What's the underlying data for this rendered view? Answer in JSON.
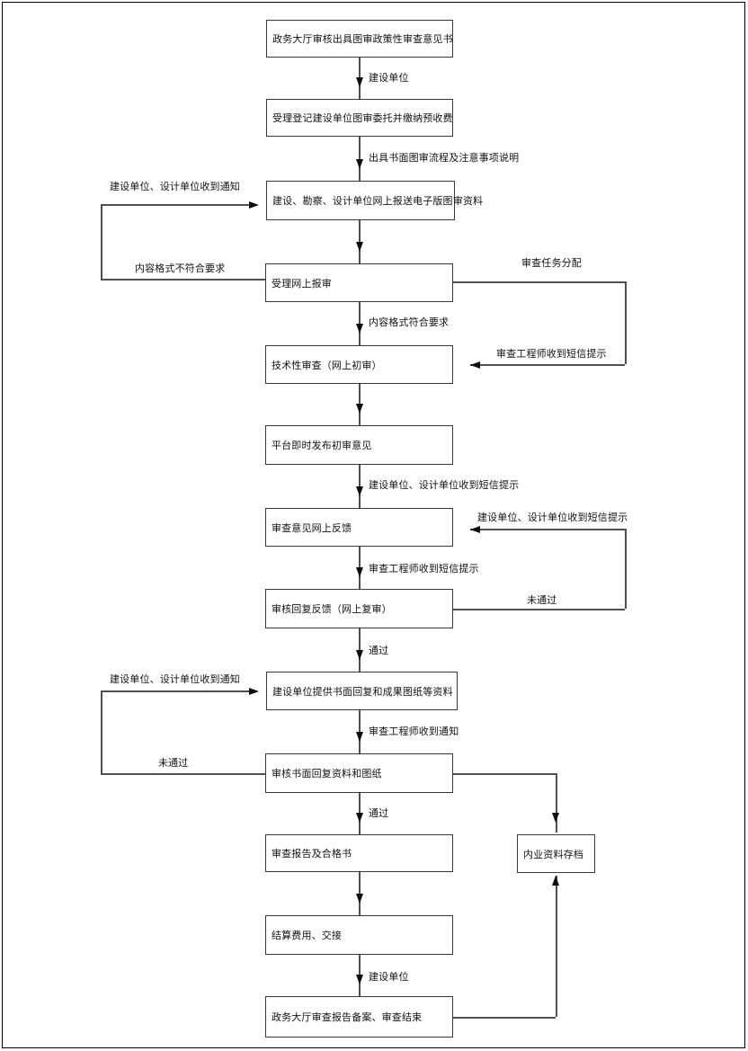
{
  "colors": {
    "background": "#ffffff",
    "page_frame": "#000000",
    "box_border": "#3a3a3a",
    "connector_line": "#4f4f4f",
    "arrow": "#0f0f0f",
    "text": "#111111"
  },
  "boxes": {
    "policy_opinion": "政务大厅审核出具图审政策性审查意见书",
    "register_commission": "受理登记建设单位图审委托并缴纳预收费",
    "online_submit": "建设、勘察、设计单位网上报送电子版图审资料",
    "accept_online": "受理网上报审",
    "technical_review": "技术性审查（网上初审）",
    "publish_opinion": "平台即时发布初审意见",
    "feedback_online": "审查意见网上反馈",
    "reply_review": "审核回复反馈（网上复审）",
    "written_reply": "建设单位提供书面回复和成果图纸等资料",
    "review_written": "审核书面回复资料和图纸",
    "report_certificate": "审查报告及合格书",
    "archive": "内业资料存档",
    "settle_fee": "结算费用、交接",
    "filing_end": "政务大厅审查报告备案、审查结束"
  },
  "edge_labels": {
    "construction_unit_1": "建设单位",
    "written_process_note": "出具书面图审流程及注意事项说明",
    "units_notice_1": "建设单位、设计单位收到通知",
    "format_not_ok": "内容格式不符合要求",
    "task_assign": "审查任务分配",
    "format_ok": "内容格式符合要求",
    "engineer_sms_right": "审查工程师收到短信提示",
    "units_sms_mid": "建设单位、设计单位收到短信提示",
    "units_sms_right": "建设单位、设计单位收到短信提示",
    "engineer_sms_mid": "审查工程师收到短信提示",
    "not_passed_right": "未通过",
    "passed_1": "通过",
    "units_notice_2": "建设单位、设计单位收到通知",
    "engineer_notice": "审查工程师收到通知",
    "not_passed_left": "未通过",
    "passed_2": "通过",
    "construction_unit_2": "建设单位"
  },
  "edges": [
    {
      "from": "policy_opinion",
      "to": "register_commission",
      "labels": [
        "建设单位"
      ]
    },
    {
      "from": "register_commission",
      "to": "online_submit",
      "labels": [
        "出具书面图审流程及注意事项说明"
      ]
    },
    {
      "from": "online_submit",
      "to": "accept_online",
      "labels": []
    },
    {
      "from": "accept_online",
      "to": "online_submit",
      "labels": [
        "内容格式不符合要求",
        "建设单位、设计单位收到通知"
      ]
    },
    {
      "from": "accept_online",
      "to": "technical_review",
      "labels": [
        "内容格式符合要求"
      ]
    },
    {
      "from": "accept_online",
      "to": "technical_review",
      "labels": [
        "审查任务分配",
        "审查工程师收到短信提示"
      ]
    },
    {
      "from": "technical_review",
      "to": "publish_opinion",
      "labels": []
    },
    {
      "from": "publish_opinion",
      "to": "feedback_online",
      "labels": [
        "建设单位、设计单位收到短信提示"
      ]
    },
    {
      "from": "feedback_online",
      "to": "reply_review",
      "labels": [
        "审查工程师收到短信提示"
      ]
    },
    {
      "from": "reply_review",
      "to": "feedback_online",
      "labels": [
        "未通过",
        "建设单位、设计单位收到短信提示"
      ]
    },
    {
      "from": "reply_review",
      "to": "written_reply",
      "labels": [
        "通过"
      ]
    },
    {
      "from": "written_reply",
      "to": "review_written",
      "labels": [
        "审查工程师收到通知"
      ]
    },
    {
      "from": "review_written",
      "to": "written_reply",
      "labels": [
        "未通过",
        "建设单位、设计单位收到通知"
      ]
    },
    {
      "from": "review_written",
      "to": "report_certificate",
      "labels": [
        "通过"
      ]
    },
    {
      "from": "review_written",
      "to": "archive",
      "labels": []
    },
    {
      "from": "report_certificate",
      "to": "settle_fee",
      "labels": []
    },
    {
      "from": "settle_fee",
      "to": "filing_end",
      "labels": [
        "建设单位"
      ]
    },
    {
      "from": "filing_end",
      "to": "archive",
      "labels": []
    }
  ]
}
